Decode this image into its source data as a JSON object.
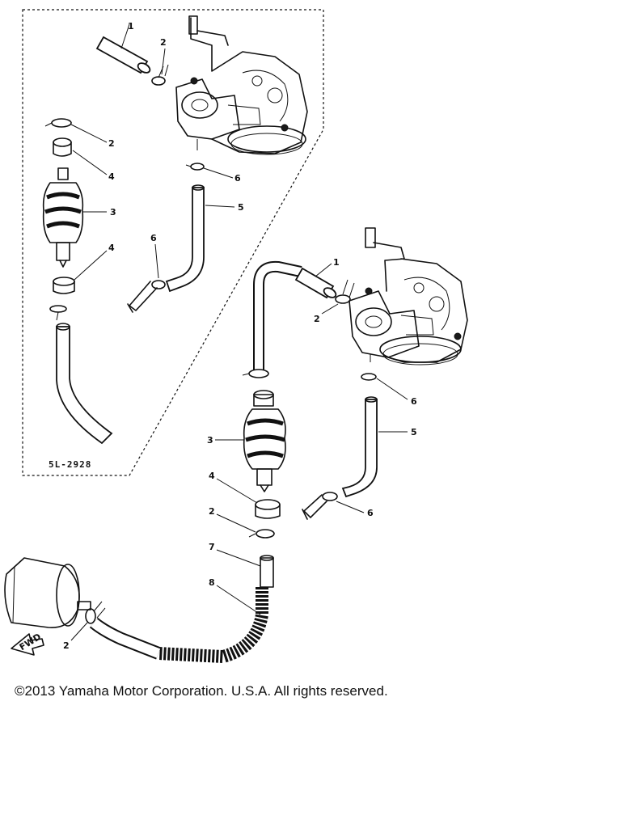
{
  "inset": {
    "label": "5L-2928"
  },
  "callouts": {
    "inset_1": "1",
    "inset_2_top": "2",
    "inset_2_filter": "2",
    "inset_4_upper": "4",
    "inset_3": "3",
    "inset_4_lower": "4",
    "inset_6_upper": "6",
    "inset_5": "5",
    "inset_6_lower": "6",
    "main_1": "1",
    "main_2_carb": "2",
    "main_6_upper": "6",
    "main_5": "5",
    "main_3": "3",
    "main_4": "4",
    "main_6_lower": "6",
    "main_2_lower": "2",
    "main_7": "7",
    "main_8": "8",
    "main_2_tank": "2"
  },
  "fwd_label": "FWD",
  "copyright": "©2013 Yamaha Motor Corporation. U.S.A. All rights reserved."
}
